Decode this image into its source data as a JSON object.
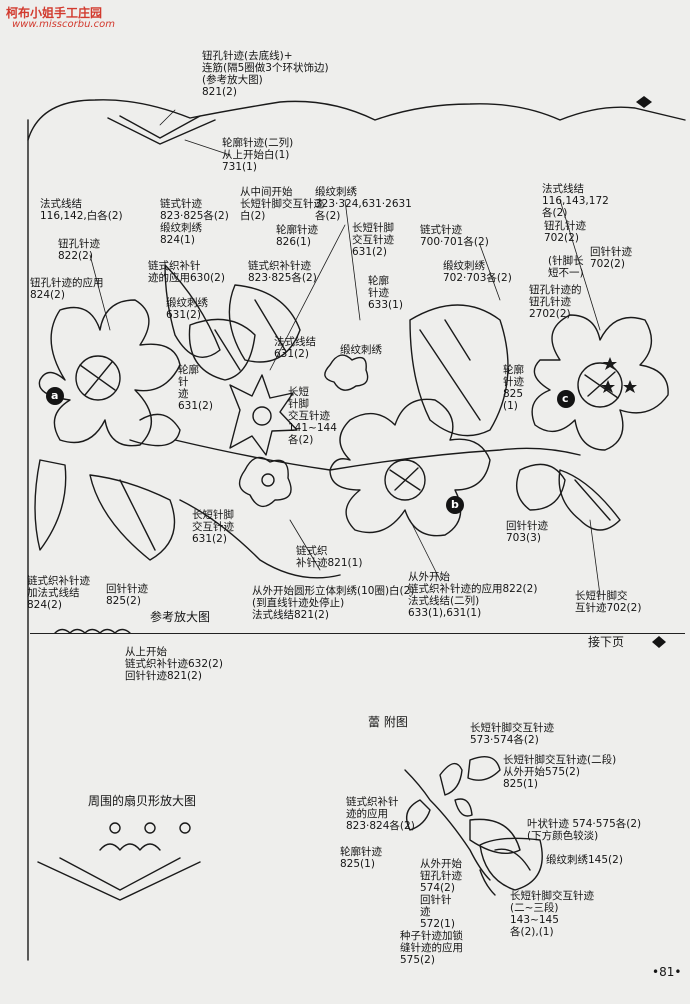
{
  "watermark": {
    "site_name": "柯布小姐手工庄园",
    "url": "www.misscorbu.com"
  },
  "page_number": "81",
  "section_labels": {
    "a": "a",
    "b": "b",
    "c": "c",
    "reference_enlarged": "参考放大图",
    "continue_next": "接下页",
    "scallop_enlarged": "周围的扇贝形放大图",
    "bud_figure": "蕾 附图"
  },
  "callouts": {
    "buttonhole_top": "钮孔针迹(去底线)+\n连筋(隔5圈做3个环状饰边)\n(参考放大图)\n821(2)",
    "outline_top": "轮廓针迹(二列)\n从上开始白(1)\n731(1)",
    "french_knot_left": "法式线结\n116,142,白各(2)",
    "buttonhole_left": "钮孔针迹\n822(2)",
    "buttonhole_app_left": "钮孔针迹的应用\n824(2)",
    "chain_leaf": "链式针迹\n823·825各(2)\n缎纹刺绣\n824(1)",
    "chain_fill_left": "链式织补针\n迹的应用630(2)",
    "satin_631": "缎纹刺绣\n631(2)",
    "from_middle": "从中间开始\n长短针脚交互针迹\n白(2)",
    "outline_826": "轮廓针迹\n826(1)",
    "chain_fill_mid": "链式织补针迹\n823·825各(2)",
    "french_631": "法式线结\n631(2)",
    "outline_631": "轮廓\n针\n迹\n631(2)",
    "long_short_mid": "长短\n针脚\n交互针迹\n141~144\n各(2)",
    "satin_top_mid": "缎纹刺绣\n323·324,631·2631\n各(2)",
    "long_short_631": "长短针脚\n交互针迹\n631(2)",
    "outline_633": "轮廓\n针迹\n633(1)",
    "satin_small": "缎纹刺绣",
    "chain_700": "链式针迹\n700·701各(2)",
    "satin_702": "缎纹刺绣\n702·703各(2)",
    "french_right": "法式线结\n116,143,172\n各(2)",
    "buttonhole_702": "钮孔针迹\n702(2)",
    "back_702": "回针针迹\n702(2)",
    "needle_length": "(针脚长\n短不一)",
    "buttonhole_app_right": "钮孔针迹的\n钮孔针迹\n2702(2)",
    "outline_825": "轮廓\n针迹\n825\n(1)",
    "back_703": "回针针迹\n703(3)",
    "long_short_702": "长短针脚交\n互针迹702(2)",
    "from_outside_b": "从外开始\n链式织补针迹的应用822(2)\n法式线结(二列)\n633(1),631(1)",
    "chain_fill_821": "链式织\n补针迹821(1)",
    "from_outside_circle": "从外开始圆形立体刺绣(10圈)白(2)\n(到直线针迹处停止)\n法式线结821(2)",
    "long_short_631_left": "长短针脚\n交互针迹\n631(2)",
    "chain_fill_outline": "链式织补针迹\n加法式线结\n824(2)",
    "back_825": "回针针迹\n825(2)",
    "from_top_bottom": "从上开始\n链式织补针迹632(2)\n回针针迹821(2)",
    "bud_long_short_1": "长短针脚交互针迹\n573·574各(2)",
    "bud_long_short_2": "长短针脚交互针迹(二段)\n从外开始575(2)\n825(1)",
    "bud_chain": "链式织补针\n迹的应用\n823·824各(2)",
    "bud_leaf": "叶状针迹 574·575各(2)\n(下方颜色较淡)",
    "bud_satin": "缎纹刺绣145(2)",
    "bud_outline": "轮廓针迹\n825(1)",
    "bud_from_outside": "从外开始\n钮孔针迹\n574(2)\n回针针\n迹\n572(1)",
    "bud_long_short_3": "长短针脚交互针迹\n(二~三段)\n143~145\n各(2),(1)",
    "bud_seed": "种子针迹加锁\n缝针迹的应用\n575(2)"
  }
}
